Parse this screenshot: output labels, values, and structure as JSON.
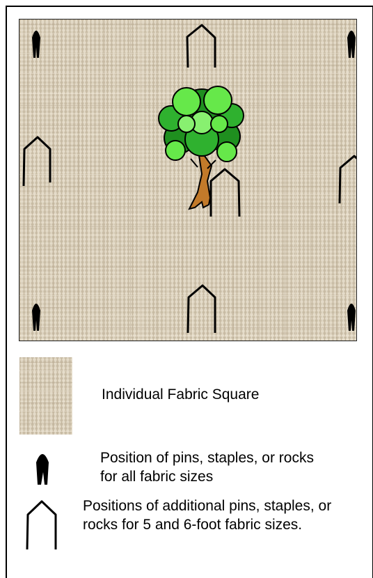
{
  "legend": {
    "fabric_square": "Individual Fabric Square",
    "pins_all": "Position of pins, staples, or rocks for all fabric sizes",
    "pins_additional": "Positions of additional pins, staples, or rocks for 5 and 6-foot fabric sizes."
  },
  "icons": {
    "filled_pin": "filled-pin-icon",
    "outline_pin": "outline-pin-icon",
    "tree": "tree-icon"
  },
  "colors": {
    "fabric": "#d8cdb8",
    "fabric_thread_dark": "#b7aa92",
    "fabric_thread_light": "#ece4d4",
    "pin": "#000000",
    "tree_trunk": "#c27a2a",
    "tree_leaf_light": "#66e84a",
    "tree_leaf_dark": "#1f8f1f"
  }
}
